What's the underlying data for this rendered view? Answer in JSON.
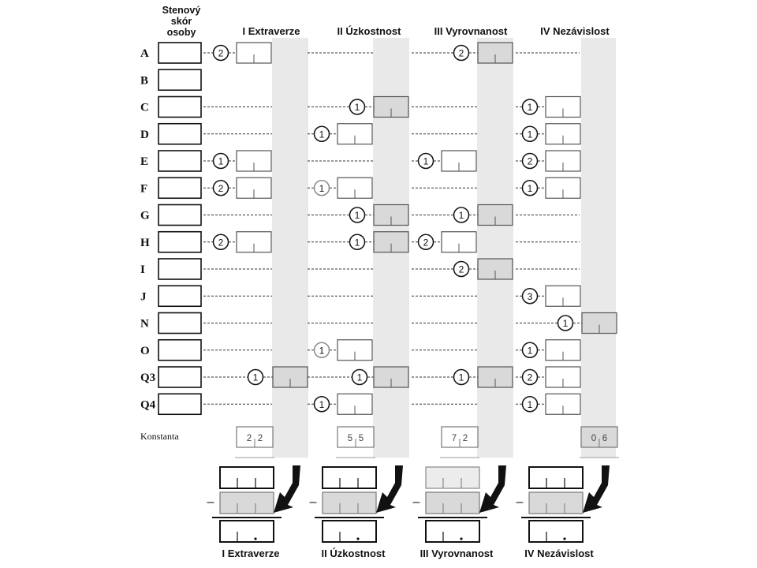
{
  "header": {
    "raw_score_title": [
      "Stenový",
      "skór",
      "osoby"
    ]
  },
  "columns": [
    {
      "label": "I Extraverze"
    },
    {
      "label": "II Úzkostnost"
    },
    {
      "label": "III Vyrovnanost"
    },
    {
      "label": "IV Nezávislost"
    }
  ],
  "rows": [
    {
      "factor": "A",
      "weights": [
        2,
        null,
        2,
        null
      ]
    },
    {
      "factor": "B",
      "weights": [
        null,
        null,
        null,
        null
      ]
    },
    {
      "factor": "C",
      "weights": [
        null,
        1,
        null,
        1
      ]
    },
    {
      "factor": "D",
      "weights": [
        null,
        1,
        null,
        1
      ]
    },
    {
      "factor": "E",
      "weights": [
        1,
        null,
        1,
        2
      ]
    },
    {
      "factor": "F",
      "weights": [
        2,
        1,
        null,
        1
      ]
    },
    {
      "factor": "G",
      "weights": [
        null,
        1,
        1,
        null
      ]
    },
    {
      "factor": "H",
      "weights": [
        2,
        1,
        2,
        null
      ]
    },
    {
      "factor": "I",
      "weights": [
        null,
        null,
        2,
        null
      ]
    },
    {
      "factor": "J",
      "weights": [
        null,
        null,
        null,
        3
      ]
    },
    {
      "factor": "N",
      "weights": [
        null,
        null,
        null,
        1
      ]
    },
    {
      "factor": "O",
      "weights": [
        null,
        1,
        null,
        1
      ]
    },
    {
      "factor": "Q3",
      "weights": [
        1,
        1,
        1,
        2
      ]
    },
    {
      "factor": "Q4",
      "weights": [
        null,
        1,
        null,
        1
      ]
    }
  ],
  "constant": {
    "label": "Konstanta",
    "values": [
      [
        "2",
        "2"
      ],
      [
        "5",
        "5"
      ],
      [
        "7",
        "2"
      ],
      [
        "0",
        "6"
      ]
    ]
  },
  "bottom": {
    "minus_sign": "–",
    "labels": [
      "I Extraverze",
      "II Úzkostnost",
      "III Vyrovnanost",
      "IV Nezávislost"
    ]
  },
  "colors": {
    "shade": "#e8e8e8",
    "shade_box": "#d9d9d9",
    "line": "#111111",
    "faint": "#8a8a8a"
  }
}
